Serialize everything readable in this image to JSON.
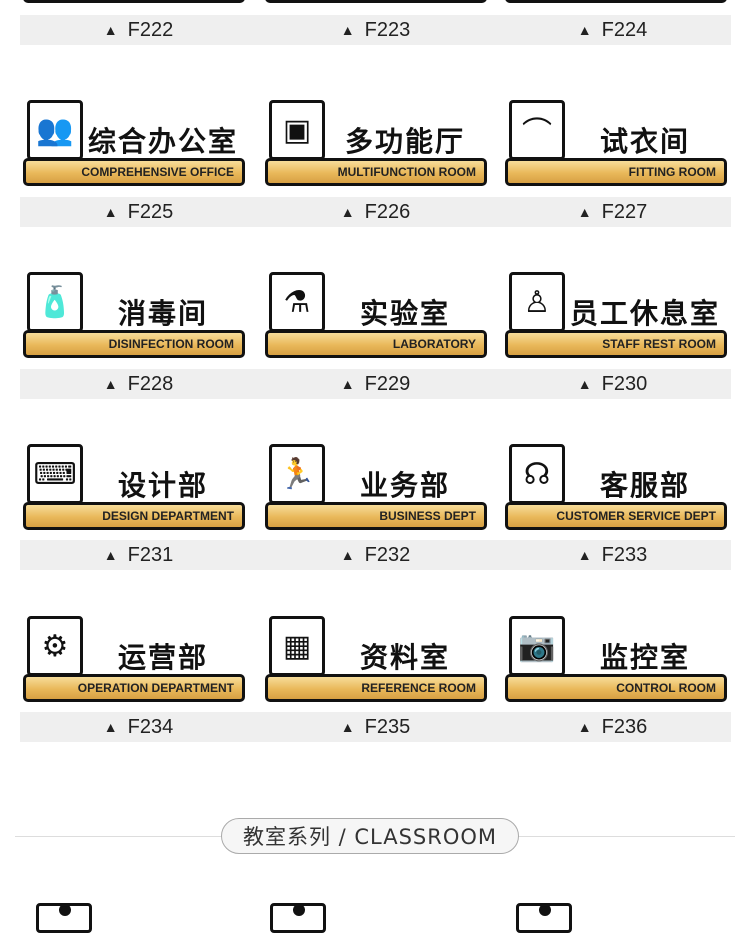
{
  "top_row_codes": [
    "F222",
    "F223",
    "F224"
  ],
  "rows": [
    {
      "signs": [
        {
          "code": "F225",
          "cn": "综合办公室",
          "en": "COMPREHENSIVE OFFICE",
          "icon": "meeting-people-icon"
        },
        {
          "code": "F226",
          "cn": "多功能厅",
          "en": "MULTIFUNCTION ROOM",
          "icon": "projector-icon"
        },
        {
          "code": "F227",
          "cn": "试衣间",
          "en": "FITTING ROOM",
          "icon": "hanger-icon"
        }
      ]
    },
    {
      "signs": [
        {
          "code": "F228",
          "cn": "消毒间",
          "en": "DISINFECTION ROOM",
          "icon": "soap-bottle-icon"
        },
        {
          "code": "F229",
          "cn": "实验室",
          "en": "LABORATORY",
          "icon": "flask-icon"
        },
        {
          "code": "F230",
          "cn": "员工休息室",
          "en": "STAFF REST ROOM",
          "icon": "person-sitting-icon"
        }
      ]
    },
    {
      "signs": [
        {
          "code": "F231",
          "cn": "设计部",
          "en": "DESIGN DEPARTMENT",
          "icon": "person-at-desk-icon"
        },
        {
          "code": "F232",
          "cn": "业务部",
          "en": "BUSINESS DEPT",
          "icon": "running-person-icon"
        },
        {
          "code": "F233",
          "cn": "客服部",
          "en": "CUSTOMER SERVICE DEPT",
          "icon": "headset-icon"
        }
      ]
    },
    {
      "signs": [
        {
          "code": "F234",
          "cn": "运营部",
          "en": "OPERATION DEPARTMENT",
          "icon": "gear-person-icon"
        },
        {
          "code": "F235",
          "cn": "资料室",
          "en": "REFERENCE ROOM",
          "icon": "shelf-icon"
        },
        {
          "code": "F236",
          "cn": "监控室",
          "en": "CONTROL ROOM",
          "icon": "camera-icon"
        }
      ]
    }
  ],
  "section_title": "教室系列 / CLASSROOM",
  "triangle": "▲"
}
